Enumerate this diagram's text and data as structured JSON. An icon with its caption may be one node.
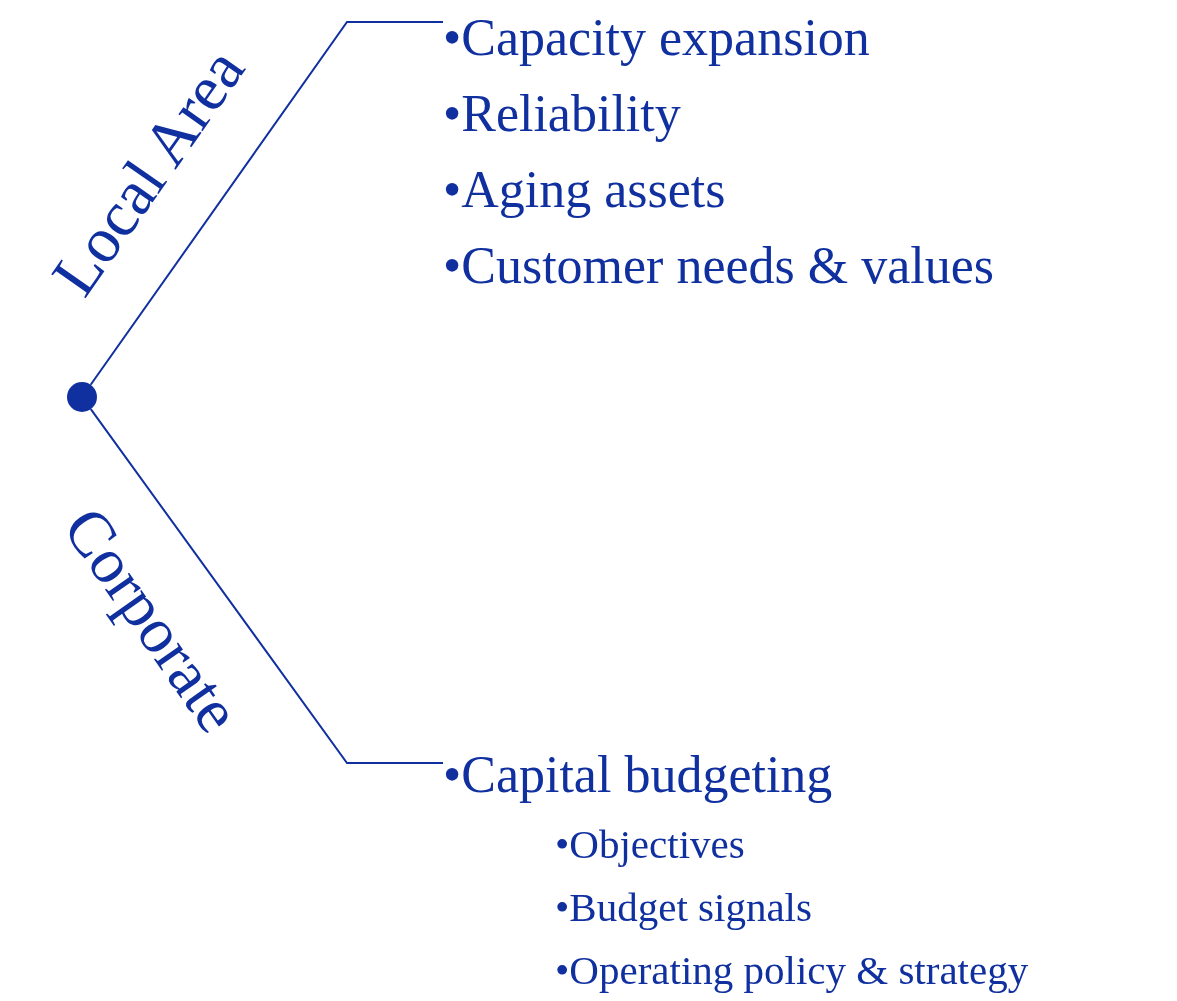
{
  "diagram": {
    "nodes": [
      {
        "text": [],
        "shape": "circle"
      },
      {
        "text": [
          "•Capacity expansion",
          "•Reliability",
          "•Aging assets",
          "•Customer needs & values"
        ]
      },
      {
        "text": [
          "•Capital budgeting",
          "•Objectives",
          "•Budget signals",
          "•Operating policy & strategy"
        ]
      }
    ],
    "edges": [
      {
        "from": 0,
        "to": 1,
        "arrow": "none",
        "label": "Local Area"
      },
      {
        "from": 0,
        "to": 2,
        "arrow": "none",
        "label": "Corporate"
      }
    ]
  }
}
